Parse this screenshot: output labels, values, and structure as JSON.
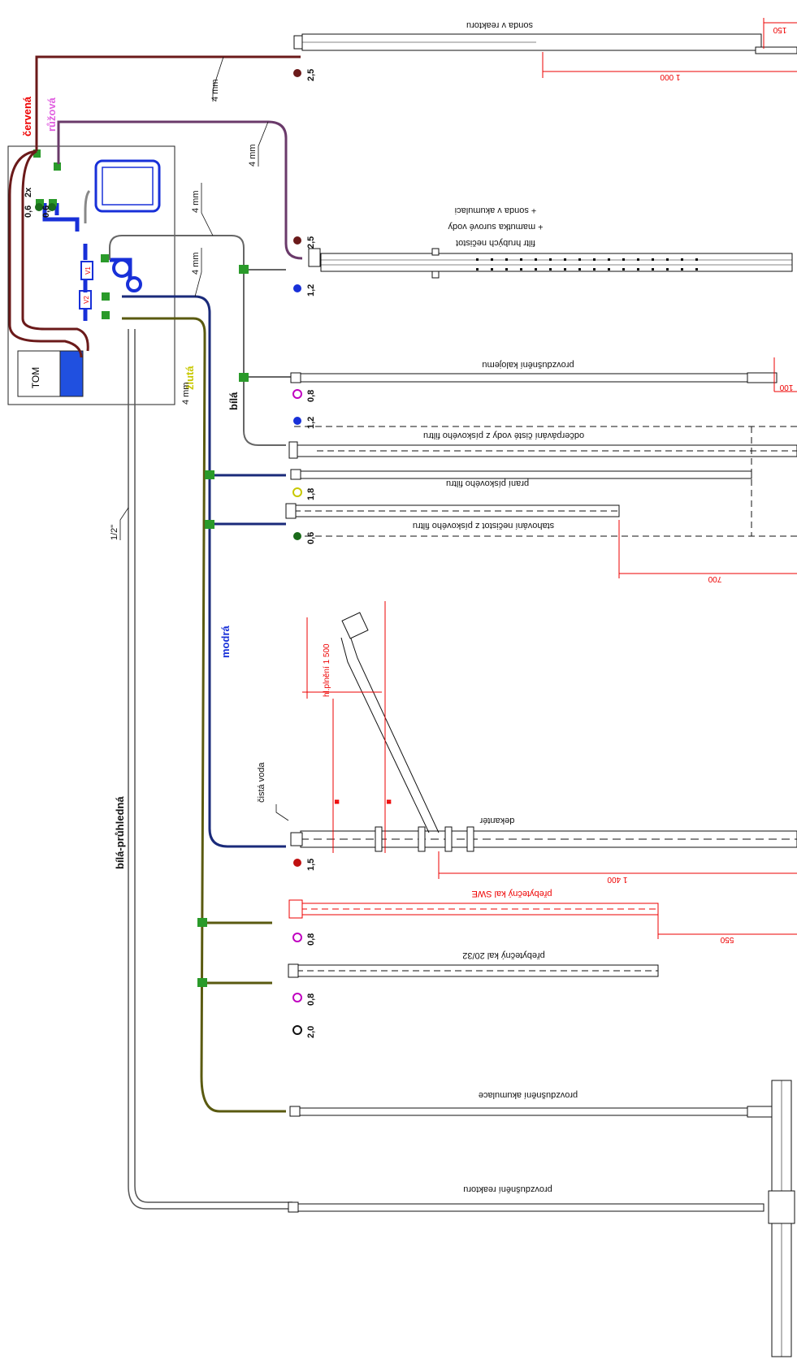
{
  "colors": {
    "cervena": "#6b1a1a",
    "ruzova": "#6a3a6a",
    "modra": "#1a2a7a",
    "zluta": "#5a5a10",
    "bila": "#555555",
    "dimension": "#e00000",
    "green": "#2a9a2a",
    "blue": "#1830d8"
  },
  "hose_labels": {
    "cervena": "červená",
    "ruzova": "růžová",
    "bila": "bílá",
    "zluta": "žlutá",
    "modra": "modrá",
    "bila_pruhledna": "bílá-průhledná"
  },
  "controller": {
    "tom": "TOM",
    "v1": "V1",
    "v2": "V2",
    "twox": "2x",
    "valve_a": "0,6",
    "valve_b": "0,6"
  },
  "tube_sizes": {
    "t1": "4 mm",
    "t2": "4 mm",
    "t3": "4 mm",
    "t4": "4 mm",
    "t5": "4 mm",
    "main": "1/2\""
  },
  "pipes": {
    "sonda_reaktor": "sonda v reaktoru",
    "filtr_line1": "filtr hrubých nečistot",
    "filtr_line2": "+ mamutka surové vody",
    "filtr_line3": "+ sonda v akumulaci",
    "provz_kalojem": "provzdušnění kalojemu",
    "odcerpavani": "odčerpávání čisté vody z pískového filtru",
    "prani": "praní pískového filtru",
    "stahovani": "stahování nečistot z pískového filtru",
    "dekanter": "dekantér",
    "cista_voda": "čistá voda",
    "hladina": "hl.plnění 1 500",
    "prebytecny_swe": "přebytečný kal SWE",
    "prebytecny_20": "přebytečný kal 20/32",
    "provz_akumulace": "provzdušnění akumulace",
    "provz_reaktoru": "provzdušnění reaktoru"
  },
  "valve_values": {
    "v1": "2,5",
    "v2": "2,5",
    "v3": "1,2",
    "v4": "0,8",
    "v5": "1,2",
    "v6": "1,8",
    "v7": "0,6",
    "v8": "1,5",
    "v9": "0,8",
    "v10": "0,8",
    "v11": "2,0"
  },
  "dimensions": {
    "d150": "150",
    "d1000": "1 000",
    "d100": "100",
    "d700": "700",
    "d1400": "1 400",
    "d550": "550"
  }
}
